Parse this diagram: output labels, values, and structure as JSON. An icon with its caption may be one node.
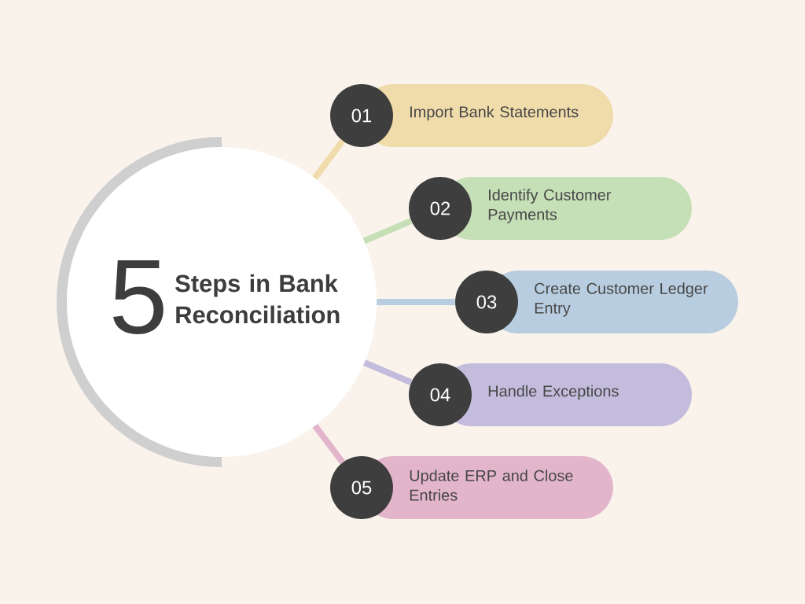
{
  "diagram": {
    "nodes": [
      {
        "text": [
          "5",
          "Steps in Bank Reconciliation"
        ]
      },
      {
        "text": [
          "01"
        ]
      },
      {
        "text": [
          "Import Bank Statements"
        ]
      },
      {
        "text": [
          "02"
        ]
      },
      {
        "text": [
          "Identify Customer Payments"
        ]
      },
      {
        "text": [
          "03"
        ]
      },
      {
        "text": [
          "Create Customer Ledger Entry"
        ]
      },
      {
        "text": [
          "04"
        ]
      },
      {
        "text": [
          "Handle Exceptions"
        ]
      },
      {
        "text": [
          "05"
        ]
      },
      {
        "text": [
          "Update ERP and Close Entries"
        ]
      }
    ],
    "edges": [
      {
        "from": 0,
        "to": 1,
        "arrow": "none",
        "color": "#efdcaa"
      },
      {
        "from": 0,
        "to": 3,
        "arrow": "none",
        "color": "#c5dfb7"
      },
      {
        "from": 0,
        "to": 5,
        "arrow": "none",
        "color": "#b8cee0"
      },
      {
        "from": 0,
        "to": 7,
        "arrow": "none",
        "color": "#c4bcdc"
      },
      {
        "from": 0,
        "to": 9,
        "arrow": "none",
        "color": "#e3b5cb"
      }
    ]
  }
}
